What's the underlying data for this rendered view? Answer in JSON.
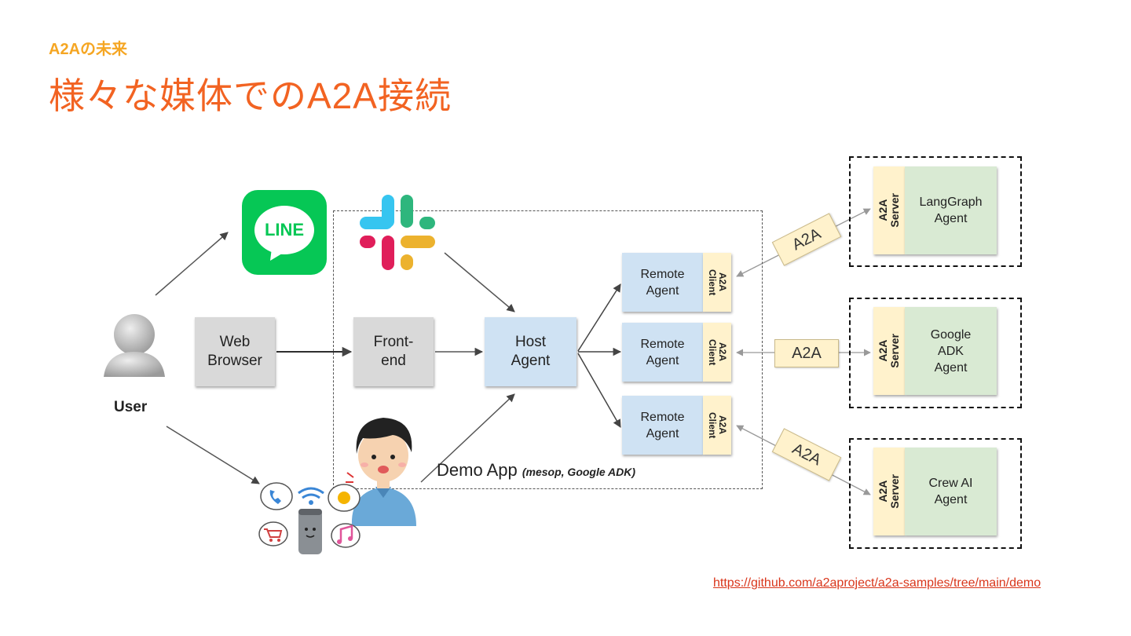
{
  "header": {
    "subtitle": "A2Aの未来",
    "title": "様々な媒体でのA2A接続"
  },
  "diagram": {
    "user_label": "User",
    "web_browser": [
      "Web",
      "Browser"
    ],
    "frontend": [
      "Front-",
      "end"
    ],
    "host_agent": [
      "Host",
      "Agent"
    ],
    "remote_agent": [
      "Remote",
      "Agent"
    ],
    "a2a_client": [
      "A2A",
      "Client"
    ],
    "a2a_server": [
      "A2A",
      "Server"
    ],
    "a2a_tag": "A2A",
    "demo_app_label": "Demo App",
    "demo_app_sublabel": "(mesop, Google ADK)",
    "line_logo_text": "LINE",
    "servers": [
      {
        "name": [
          "LangGraph",
          "Agent"
        ]
      },
      {
        "name": [
          "Google",
          "ADK",
          "Agent"
        ]
      },
      {
        "name": [
          "Crew AI",
          "Agent"
        ]
      }
    ]
  },
  "footer": {
    "url": "https://github.com/a2aproject/a2a-samples/tree/main/demo"
  },
  "colors": {
    "title": "#f26322",
    "subtitle": "#f5a623",
    "line_green": "#06c755",
    "agent_blue": "#cfe2f3",
    "server_green": "#d9ead3",
    "a2a_yellow": "#fff2cc"
  }
}
